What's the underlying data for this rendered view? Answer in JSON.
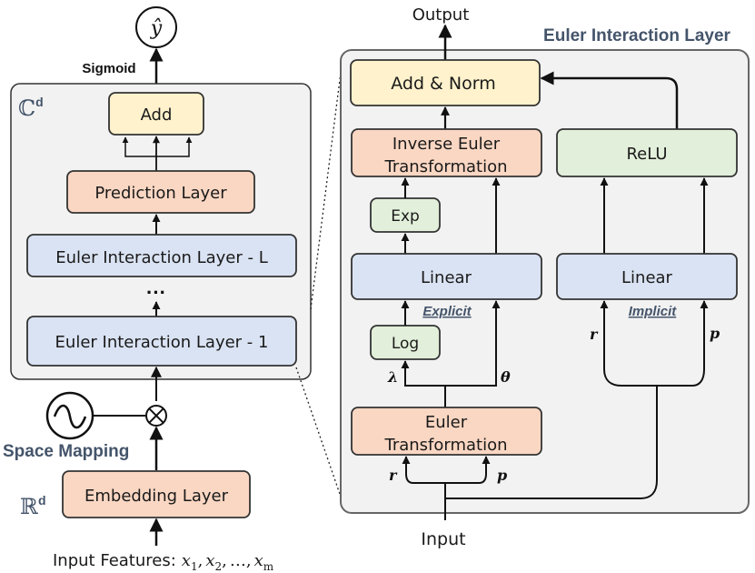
{
  "left": {
    "output_symbol": "ŷ",
    "sigmoid": "Sigmoid",
    "complex_space": "ℂ",
    "complex_sup": "d",
    "add": "Add",
    "prediction_layer": "Prediction Layer",
    "euler_layer_L": "Euler Interaction Layer - L",
    "dots": "···",
    "euler_layer_1": "Euler Interaction Layer - 1",
    "space_mapping": "Space Mapping",
    "real_space": "ℝ",
    "real_sup": "d",
    "embedding_layer": "Embedding Layer",
    "input_features": "Input Features:",
    "x_var": "x",
    "subs": [
      "1",
      "2",
      "m"
    ],
    "sep": ",",
    "ellipsis": "…"
  },
  "right": {
    "title": "Euler Interaction Layer",
    "output": "Output",
    "add_norm": "Add & Norm",
    "inverse_euler_1": "Inverse Euler",
    "inverse_euler_2": "Transformation",
    "relu": "ReLU",
    "exp": "Exp",
    "linear_explicit": "Linear",
    "linear_implicit": "Linear",
    "explicit": "Explicit",
    "implicit": "Implicit",
    "log": "Log",
    "lambda": "λ",
    "theta": "θ",
    "r": "r",
    "p": "p",
    "euler_trans_1": "Euler",
    "euler_trans_2": "Transformation",
    "input": "Input"
  },
  "colors": {
    "yellow": "#fff2cc",
    "orange": "#fad7c3",
    "blue": "#dae3f3",
    "green": "#e2efda",
    "panel": "#f2f2f2",
    "accent": "#44546a",
    "line": "#111111"
  }
}
